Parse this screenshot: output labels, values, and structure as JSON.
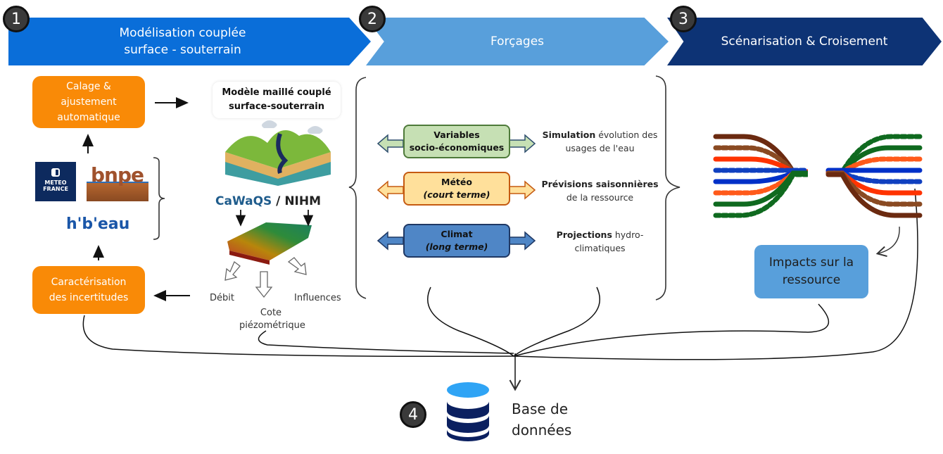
{
  "steps": [
    {
      "number": "1",
      "title_line1": "Modélisation couplée",
      "title_line2": "surface - souterrain",
      "color": "#0a6ed9"
    },
    {
      "number": "2",
      "title": "Forçages",
      "color": "#589fdb"
    },
    {
      "number": "3",
      "title": "Scénarisation & Croisement",
      "color": "#0d3375"
    },
    {
      "number": "4",
      "title_line1": "Base de",
      "title_line2": "données"
    }
  ],
  "section1": {
    "calage": {
      "line1": "Calage &",
      "line2": "ajustement",
      "line3": "automatique"
    },
    "incertitudes": {
      "line1": "Caractérisation",
      "line2": "des incertitudes"
    },
    "logos": {
      "meteo_france": {
        "line1": "METEO",
        "line2": "FRANCE"
      },
      "bnpe": "bnpe",
      "hubeau": "h'b'eau"
    },
    "model_title": {
      "line1": "Modèle maillé couplé",
      "line2": "surface-souterrain"
    },
    "software": {
      "cawaqs": "CaWaQS",
      "separator": " / ",
      "nihm": "NIHM"
    },
    "outputs": {
      "debit": "Débit",
      "cote_line1": "Cote",
      "cote_line2": "piézométrique",
      "influences": "Influences"
    },
    "orange_color": "#f98a07"
  },
  "section2": {
    "forcings": [
      {
        "title": "Variables",
        "subtitle": "socio-économiques",
        "desc_bold": "Simulation",
        "desc_rest": " évolution des",
        "desc_line2": "usages de l'eau",
        "fill": "#c6e0b4",
        "border": "#4e7a3a"
      },
      {
        "title": "Météo",
        "subtitle": "(court terme)",
        "desc_bold": "Prévisions saisonnières",
        "desc_rest": "",
        "desc_line2": "de la ressource",
        "fill": "#ffe09b",
        "border": "#c55a11"
      },
      {
        "title": "Climat",
        "subtitle": "(long terme)",
        "desc_bold": "Projections",
        "desc_rest": " hydro-",
        "desc_line2": "climatiques",
        "fill": "#4f86c6",
        "border": "#1f3864"
      }
    ]
  },
  "section3": {
    "impact": {
      "line1": "Impacts sur la",
      "line2": "ressource"
    }
  }
}
